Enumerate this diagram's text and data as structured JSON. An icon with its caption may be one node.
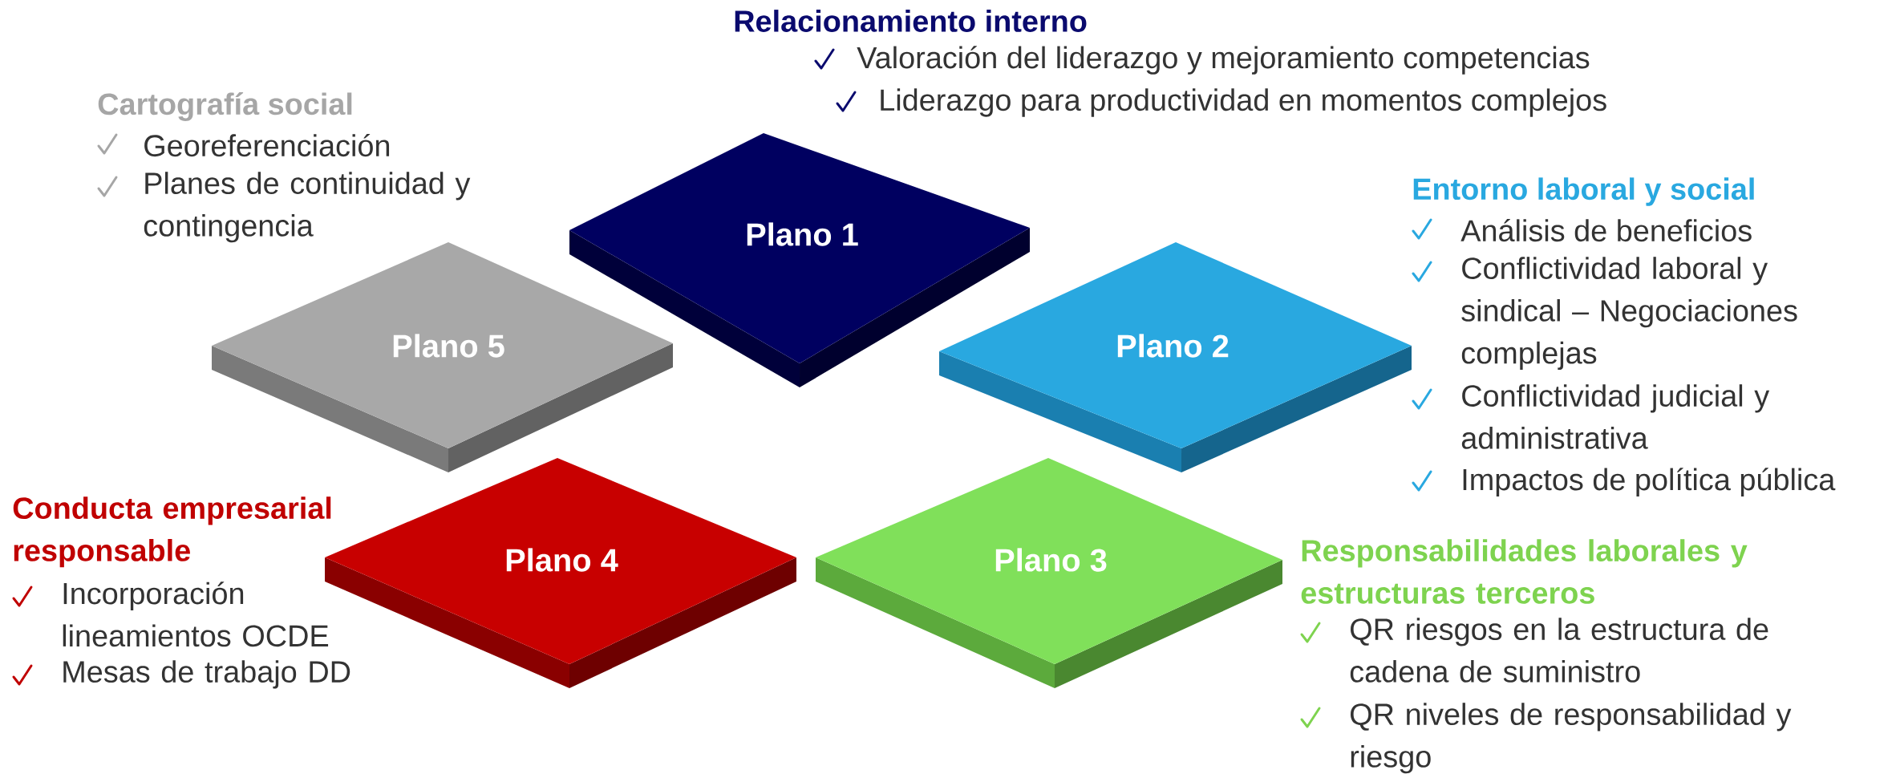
{
  "diagram": {
    "nodes": [
      {
        "text": [
          "Plano 1"
        ],
        "beside": [
          "Relacionamiento interno",
          "Valoración del liderazgo y mejoramiento competencias",
          "Liderazgo para productividad en momentos complejos"
        ]
      },
      {
        "text": [
          "Plano 2"
        ],
        "beside": [
          "Entorno laboral y social",
          "Análisis de beneficios",
          "Conflictividad laboral y sindical – Negociaciones complejas",
          "Conflictividad judicial y administrativa",
          "Impactos de política pública"
        ]
      },
      {
        "text": [
          "Plano 3"
        ],
        "beside": [
          "Responsabilidades laborales y estructuras terceros",
          "QR riesgos en la estructura de cadena de suministro",
          "QR niveles de responsabilidad y riesgo"
        ]
      },
      {
        "text": [
          "Plano 4"
        ],
        "beside": [
          "Conducta empresarial responsable",
          "Incorporación lineamientos OCDE",
          "Mesas de trabajo DD"
        ]
      },
      {
        "text": [
          "Plano 5"
        ],
        "beside": [
          "Cartografía social",
          "Georeferenciación",
          "Planes de continuidad y contingencia"
        ]
      }
    ]
  }
}
